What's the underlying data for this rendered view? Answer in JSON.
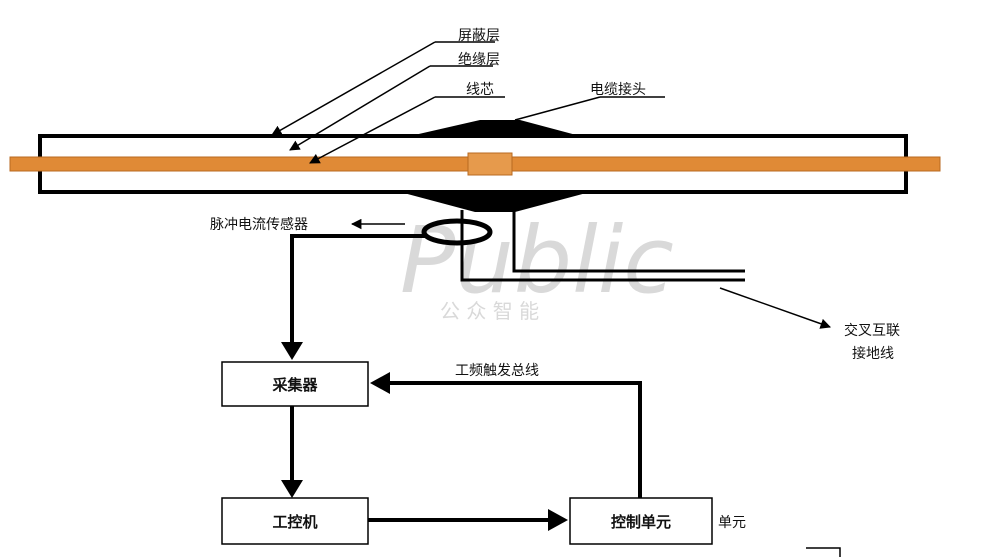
{
  "labels": {
    "shield": "屏蔽层",
    "insulation": "绝缘层",
    "core": "线芯",
    "joint": "电缆接头",
    "sensor": "脉冲电流传感器",
    "ground": [
      "交叉互联",
      "接地线"
    ],
    "bus": "工频触发总线",
    "unit_suffix": "单元"
  },
  "boxes": {
    "collector": "采集器",
    "ipc": "工控机",
    "control": "控制单元"
  },
  "watermark": {
    "word": "Public",
    "cn": "公 众 智 能"
  },
  "colors": {
    "core": "#e08a36",
    "core_edge": "#b86a20",
    "line": "#000000"
  }
}
